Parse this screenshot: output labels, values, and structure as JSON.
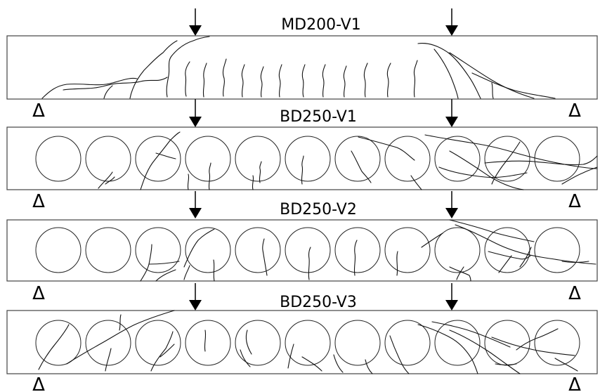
{
  "beams": [
    {
      "label": "MD200-V1",
      "support_symbol": "Δ",
      "voids": 0
    },
    {
      "label": "BD250-V1",
      "support_symbol": "Δ",
      "voids": 11
    },
    {
      "label": "BD250-V2",
      "support_symbol": "Δ",
      "voids": 11
    },
    {
      "label": "BD250-V3",
      "support_symbol": "Δ",
      "voids": 11
    }
  ]
}
